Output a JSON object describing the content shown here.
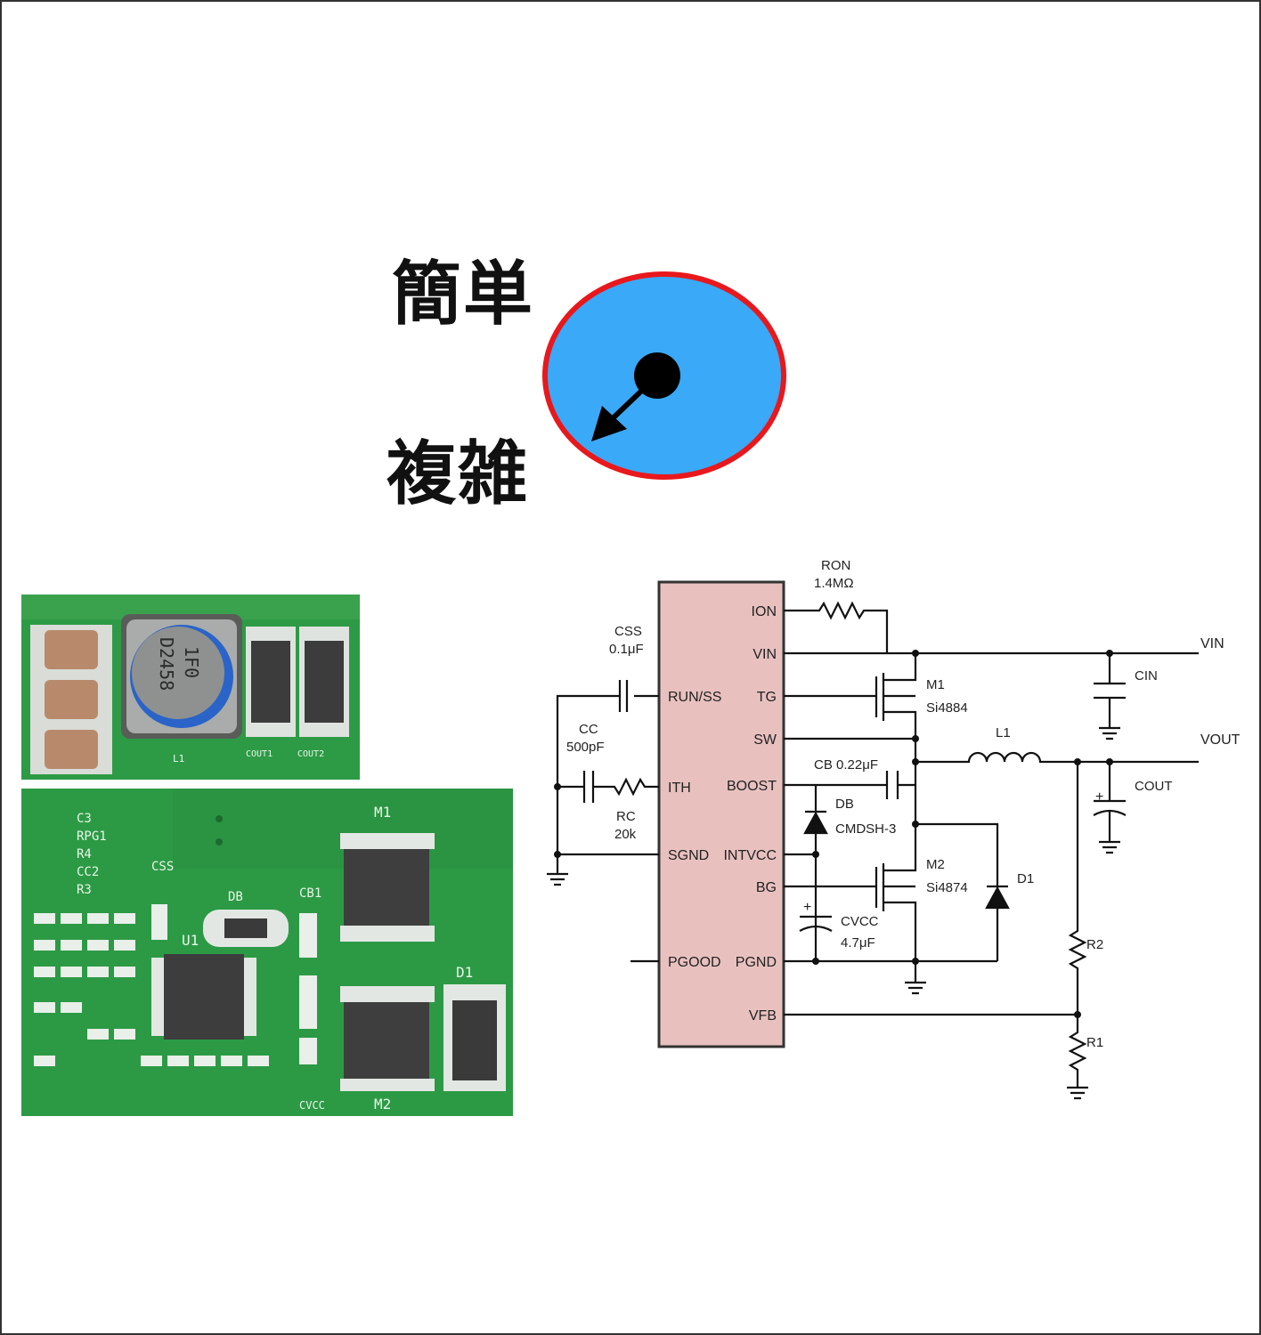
{
  "labels": {
    "simple": "簡単",
    "complex": "複雑"
  },
  "colors": {
    "dial_fill": "#3aa9f7",
    "dial_border": "#e8181c",
    "ic_body": "#e8c1bf",
    "pcb_green": "#2c9a45"
  },
  "photo_top": {
    "inductor_marking_1": "1F0",
    "inductor_marking_2": "D2458",
    "silk_l1": "L1",
    "silk_cout1": "COUT1",
    "silk_cout2": "COUT2"
  },
  "photo_bottom": {
    "silk_c3": "C3",
    "silk_rpg1": "RPG1",
    "silk_r4": "R4",
    "silk_cc2": "CC2",
    "silk_r3": "R3",
    "silk_css": "CSS",
    "silk_db": "DB",
    "silk_cb1": "CB1",
    "silk_u1": "U1",
    "silk_m1": "M1",
    "silk_m2": "M2",
    "silk_d1": "D1",
    "silk_cvcc": "CVCC"
  },
  "schematic": {
    "pins_left": [
      "RUN/SS",
      "ITH",
      "SGND",
      "PGOOD"
    ],
    "pins_right": [
      "ION",
      "VIN",
      "TG",
      "SW",
      "BOOST",
      "INTVCC",
      "BG",
      "PGND",
      "VFB"
    ],
    "ron": "RON",
    "ron_value": "1.4MΩ",
    "css": "CSS",
    "css_value": "0.1μF",
    "cc": "CC",
    "cc_value": "500pF",
    "rc": "RC",
    "rc_value": "20k",
    "m1": "M1",
    "m1_part": "Si4884",
    "m2": "M2",
    "m2_part": "Si4874",
    "cb": "CB 0.22μF",
    "db": "DB",
    "db_part": "CMDSH-3",
    "cvcc": "CVCC",
    "cvcc_value": "4.7μF",
    "l1": "L1",
    "d1": "D1",
    "r1": "R1",
    "r2": "R2",
    "cin": "CIN",
    "cout": "COUT",
    "vin": "VIN",
    "vout": "VOUT",
    "plus": "+"
  }
}
